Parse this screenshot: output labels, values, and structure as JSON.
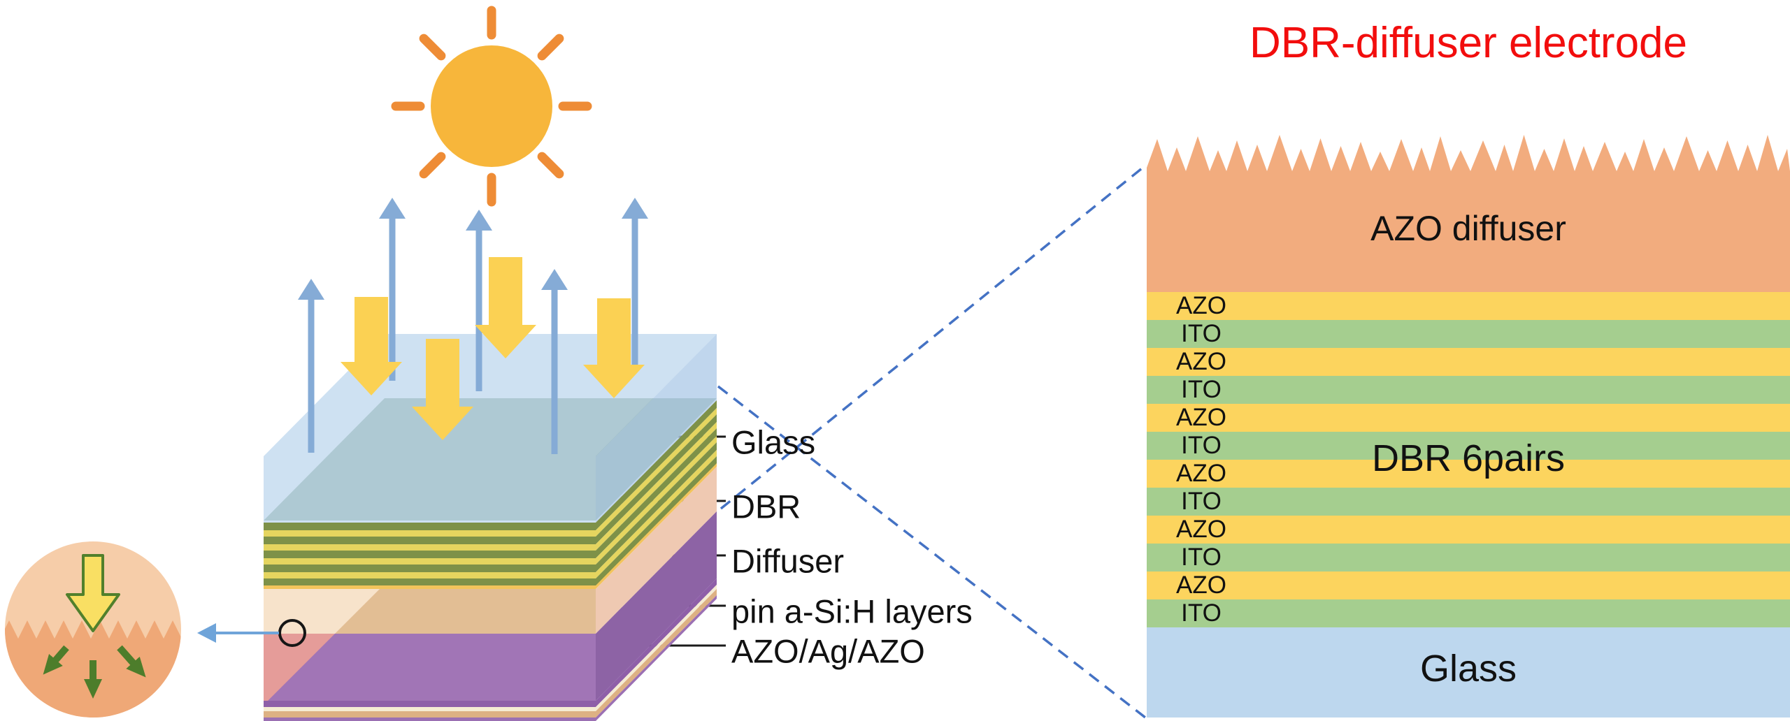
{
  "title": {
    "text": "DBR-diffuser electrode"
  },
  "device": {
    "labels": [
      "Glass",
      "DBR",
      "Diffuser",
      "pin a-Si:H layers",
      "AZO/Ag/AZO"
    ]
  },
  "right_panel": {
    "top_label": "AZO diffuser",
    "middle_label": "DBR 6pairs",
    "bottom_label": "Glass",
    "layers": [
      {
        "label": "AZO",
        "color": "#FCD45E"
      },
      {
        "label": "ITO",
        "color": "#A5CE8F"
      },
      {
        "label": "AZO",
        "color": "#FCD45E"
      },
      {
        "label": "ITO",
        "color": "#A5CE8F"
      },
      {
        "label": "AZO",
        "color": "#FCD45E"
      },
      {
        "label": "ITO",
        "color": "#A5CE8F"
      },
      {
        "label": "AZO",
        "color": "#FCD45E"
      },
      {
        "label": "ITO",
        "color": "#A5CE8F"
      },
      {
        "label": "AZO",
        "color": "#FCD45E"
      },
      {
        "label": "ITO",
        "color": "#A5CE8F"
      },
      {
        "label": "AZO",
        "color": "#FCD45E"
      },
      {
        "label": "ITO",
        "color": "#A5CE8F"
      }
    ],
    "glass_color": "#BDD7EE",
    "diffuser_color": "#F2AC7E"
  },
  "colors": {
    "title_red": "#F20D0D",
    "label_black": "#111111",
    "dashed_blue": "#4472C4",
    "leader_black": "#1B1B1B",
    "panel_orange": "#F2AC7E",
    "sun_body": "#F7B63B",
    "sun_ray": "#EE8C36",
    "up_arrow_blue": "#85ABD6",
    "down_arrow_yellow": "#FBD153",
    "stripe_olive": "#7E9148",
    "stripe_yellow": "#E5D55F",
    "glass_top_blue": "rgba(189,215,238,0.75)",
    "dbr_top_green": "#7FA184",
    "diffuser_tan": "#E2BE94",
    "pin_purple": "#A175B6",
    "inset_light": "#F6CDA9",
    "inset_dark": "#EFA877",
    "inset_arrow_fill": "#F9DF63",
    "inset_arrow_stroke": "#51802C",
    "scatter_green": "#4D7D2B",
    "pointer_blue": "#6FA4D9"
  },
  "icons": {
    "sun": "sun-icon",
    "incident_light": "down-arrow-icon",
    "reflected_light": "up-arrow-icon",
    "scattering": "scatter-arrows-icon",
    "magnified_point": "circle-marker-icon"
  }
}
